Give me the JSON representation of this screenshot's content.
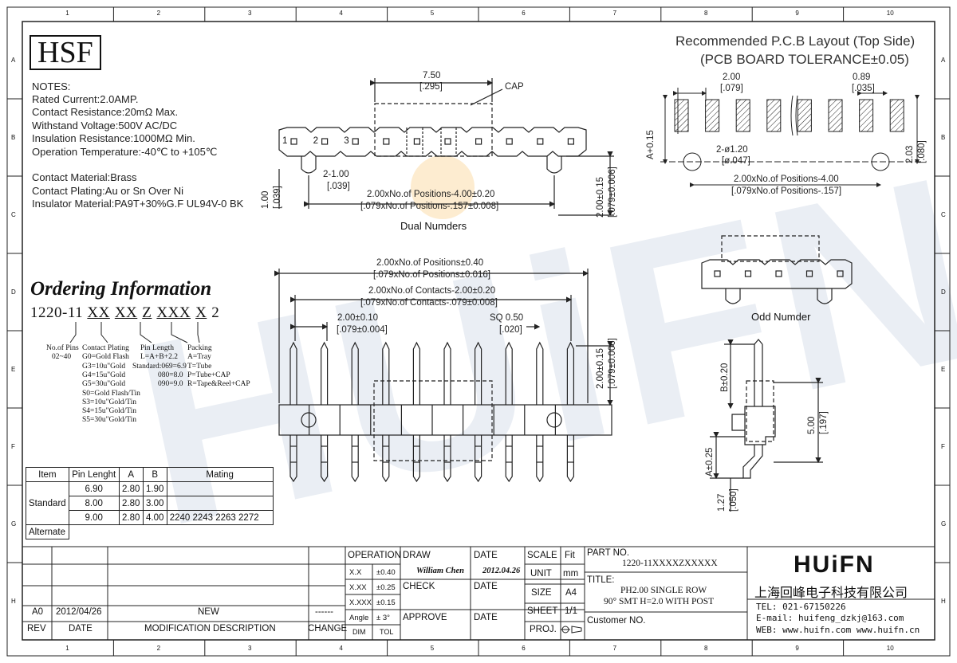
{
  "logo": "HSF",
  "watermark": "HUiFN",
  "grid_cols": [
    "1",
    "2",
    "3",
    "4",
    "5",
    "6",
    "7",
    "8",
    "9",
    "10"
  ],
  "grid_rows": [
    "A",
    "B",
    "C",
    "D",
    "E",
    "F",
    "G",
    "H"
  ],
  "notes": {
    "heading": "NOTES:",
    "lines": [
      "Rated Current:2.0AMP.",
      "Contact Resistance:20mΩ Max.",
      "Withstand Voltage:500V AC/DC",
      "Insulation Resistance:1000MΩ Min.",
      "Operation Temperature:-40℃ to +105℃",
      "",
      "Contact Material:Brass",
      "Contact Plating:Au or Sn Over Ni",
      "Insulator Material:PA9T+30%G.F UL94V-0 BK"
    ]
  },
  "ordering": {
    "title": "Ordering Information",
    "code_prefix": "1220-11 ",
    "code_parts": [
      "XX",
      "XX",
      "Z",
      "XXX",
      "X",
      "2"
    ],
    "pins": [
      "No.of Pins",
      "02~40"
    ],
    "plating": [
      "Contact Plating",
      "G0=Gold Flash",
      "G3=10u\"Gold",
      "G4=15u\"Gold",
      "G5=30u\"Gold",
      "S0=Gold Flash/Tin",
      "S3=10u\"Gold/Tin",
      "S4=15u\"Gold/Tin",
      "S5=30u\"Gold/Tin"
    ],
    "length": [
      "Pin Length",
      "L=A+B+2.2",
      "Standard:069=6.9",
      "080=8.0",
      "090=9.0"
    ],
    "packing": [
      "Packing",
      "A=Tray",
      "T=Tube",
      "P=Tube+CAP",
      "R=Tape&Reel+CAP"
    ]
  },
  "pin_table": {
    "headers": [
      "Item",
      "Pin Lenght",
      "A",
      "B",
      "Mating"
    ],
    "group": "Standard",
    "rows": [
      [
        "6.90",
        "2.80",
        "1.90",
        ""
      ],
      [
        "8.00",
        "2.80",
        "3.00",
        ""
      ],
      [
        "9.00",
        "2.80",
        "4.00",
        "2240 2243 2263 2272"
      ]
    ],
    "alternate": "Alternate"
  },
  "pcb": {
    "title1": "Recommended P.C.B Layout (Top Side)",
    "title2": "(PCB BOARD TOLERANCE±0.05)",
    "d1": "2.00",
    "d1i": "[.079]",
    "d2": "0.89",
    "d2i": "[.035]",
    "d3": "A+0.15",
    "d4": "2-ø1.20",
    "d4i": "[ø.047]",
    "d5": "2.03",
    "d5i": "[.080]",
    "d6": "2.00xNo.of  Positions-4.00",
    "d6i": "[.079xNo.of  Positions-.157]"
  },
  "dual": {
    "title": "Dual Numders",
    "cap": "CAP",
    "d1": "7.50",
    "d1i": "[.295]",
    "d2": "2-1.00",
    "d2i": "[.039]",
    "d3": "1.00",
    "d3i": "[.039]",
    "d4": "2.00xNo.of  Positions-4.00±0.20",
    "d4i": "[.079xNo.of  Positions-.157±0.008]",
    "d5": "2.00±0.15",
    "d5i": "[.079±0.006]",
    "pin_nums": [
      "1",
      "2",
      "3"
    ]
  },
  "odd": {
    "title": "Odd Numder"
  },
  "front": {
    "d1": "2.00xNo.of  Positions±0.40",
    "d1i": "[.079xNo.of  Positions±0.016]",
    "d2": "2.00xNo.of  Contacts-2.00±0.20",
    "d2i": "[.079xNo.of  Contacts-.079±0.008]",
    "d3": "2.00±0.10",
    "d3i": "[.079±0.004]",
    "d4": "SQ  0.50",
    "d4i": "[.020]",
    "d5": "2.00±0.15",
    "d5i": "[.079±0.006]"
  },
  "side": {
    "d1": "B±0.20",
    "d2": "5.00",
    "d2i": "[.197]",
    "d3": "A±0.25",
    "d4": "1.27",
    "d4i": "[.050]"
  },
  "title_block": {
    "rev_row": [
      "A0",
      "2012/04/26",
      "NEW",
      "------"
    ],
    "rev_head": [
      "REV",
      "DATE",
      "MODIFICATION  DESCRIPTION",
      "CHANGE"
    ],
    "operation": "OPERATION",
    "tol": [
      [
        "X.X",
        "±0.40"
      ],
      [
        "X.XX",
        "±0.25"
      ],
      [
        "X.XXX",
        "±0.15"
      ],
      [
        "Angle",
        "±  3°"
      ]
    ],
    "dim": "DIM",
    "tolh": "TOL",
    "draw": "DRAW",
    "draw_by": "William Chen",
    "check": "CHECK",
    "approve": "APPROVE",
    "date": "DATE",
    "draw_date": "2012.04.26",
    "scale": "SCALE",
    "fit": "Fit",
    "unit": "UNIT",
    "unit_v": "mm",
    "size": "SIZE",
    "size_v": "A4",
    "sheet": "SHEET",
    "sheet_v": "1/1",
    "proj": "PROJ.",
    "part_no_label": "PART  NO.",
    "part_no": "1220-11XXXXZXXXXX",
    "title_label": "TITLE:",
    "title1": "PH2.00  SINGLE  ROW",
    "title2": "90°  SMT  H=2.0  WITH  POST",
    "customer": "Customer  NO.",
    "brand": "HUiFN",
    "company": "上海回峰电子科技有限公司",
    "tel": "TEL: 021-67150226",
    "email": "E-mail: huifeng_dzkj@163.com",
    "web": "WEB: www.huifn.com  www.huifn.cn"
  }
}
